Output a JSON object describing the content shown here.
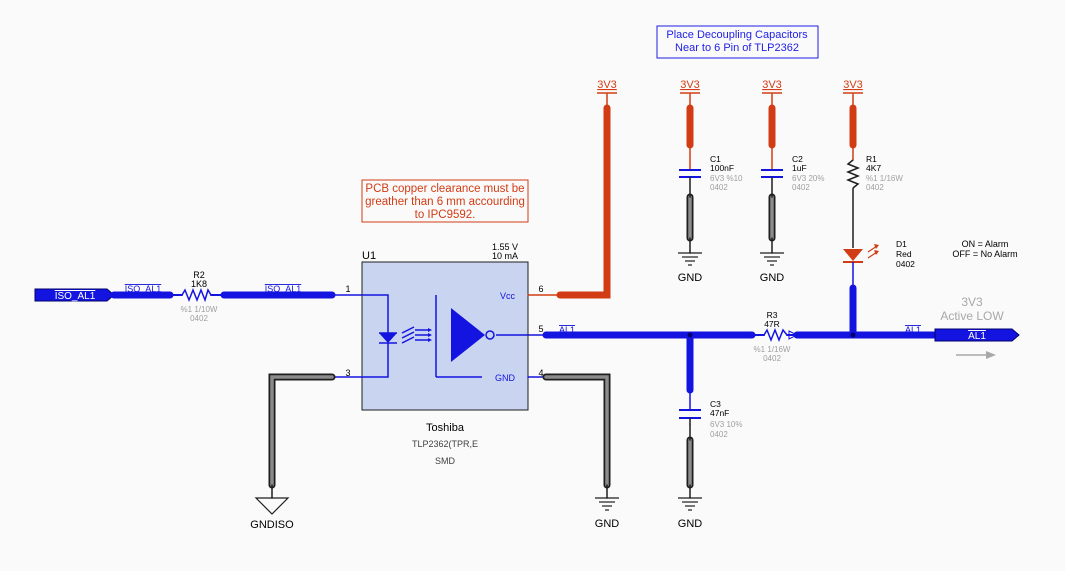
{
  "note_decoupling": [
    "Place Decoupling Capacitors",
    "Near to 6 Pin of TLP2362"
  ],
  "note_clearance": [
    "PCB copper clearance must be",
    "greather than 6 mm accourding",
    "to IPC9592."
  ],
  "u1": {
    "designator": "U1",
    "manufacturer": "Toshiba",
    "part": "TLP2362(TPR,E",
    "package": "SMD",
    "supply_voltage": "1.55 V",
    "supply_current": "10 mA",
    "pin1": "1",
    "pin3": "3",
    "pin4": "4",
    "pin5": "5",
    "pin6": "6",
    "vcc_label": "Vcc",
    "gnd_label": "GND"
  },
  "ports": {
    "iso_al1": "ISO_AL1",
    "al1": "AL1"
  },
  "nets": {
    "iso_al1": "ISO_AL1",
    "al1": "AL1",
    "v3v3": "3V3",
    "gnd": "GND",
    "gndiso": "GNDISO"
  },
  "r2": {
    "ref": "R2",
    "value": "1K8",
    "tol": "%1  1/10W",
    "pkg": "0402"
  },
  "r3": {
    "ref": "R3",
    "value": "47R",
    "tol": "%1  1/16W",
    "pkg": "0402"
  },
  "r1": {
    "ref": "R1",
    "value": "4K7",
    "tol": "%1 1/16W",
    "pkg": "0402"
  },
  "c1": {
    "ref": "C1",
    "value": "100nF",
    "rating": "6V3 %10",
    "pkg": "0402"
  },
  "c2": {
    "ref": "C2",
    "value": "1uF",
    "rating": "6V3 20%",
    "pkg": "0402"
  },
  "c3": {
    "ref": "C3",
    "value": "47nF",
    "rating": "6V3 10%",
    "pkg": "0402"
  },
  "d1": {
    "ref": "D1",
    "value": "Red",
    "pkg": "0402"
  },
  "alarm_legend": [
    "ON = Alarm",
    "OFF = No Alarm"
  ],
  "active_low": [
    "3V3",
    "Active LOW"
  ],
  "colors": {
    "blue_net": "#1414e0",
    "power_net": "#d23c14",
    "ground_net": "#646464",
    "component_fill": "#c8d4f0",
    "note_text": "#1e1ee6",
    "clearance_text": "#d23c14"
  }
}
